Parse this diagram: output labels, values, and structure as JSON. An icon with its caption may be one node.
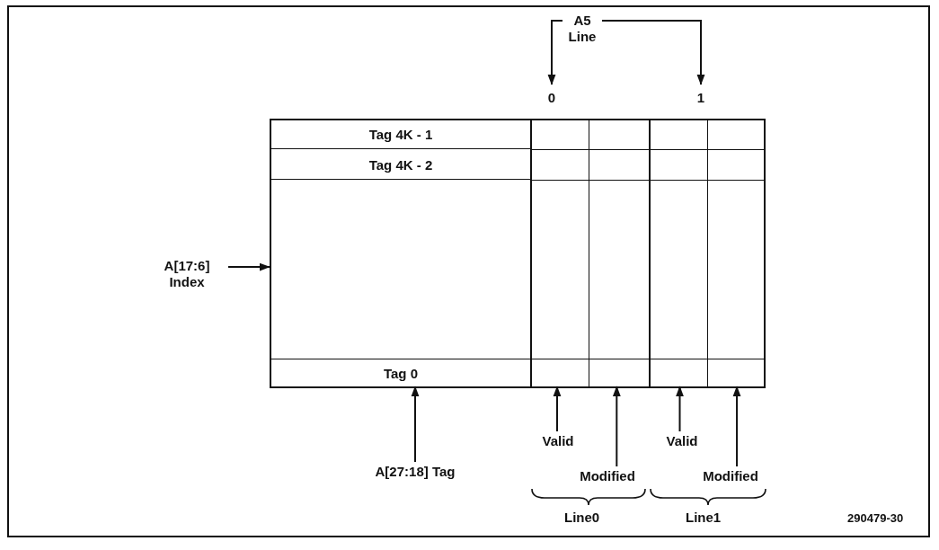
{
  "diagram": {
    "nodes": [
      {
        "text": [],
        "shape": "box"
      },
      {
        "text": [
          "Tag 4K - 1"
        ],
        "in": 0
      },
      {
        "text": [
          "Tag 4K - 2"
        ],
        "in": 0
      },
      {
        "text": [
          "Tag 0"
        ],
        "in": 0
      },
      {
        "text": [],
        "shape": "bar",
        "in": 0
      },
      {
        "text": [],
        "shape": "bar",
        "in": 0
      },
      {
        "text": [],
        "shape": "bar",
        "in": 0
      },
      {
        "text": [],
        "shape": "bar",
        "in": 0
      },
      {
        "text": [
          "A[17:6] Index"
        ]
      },
      {
        "text": [
          "A[27:18] Tag"
        ]
      },
      {
        "text": [
          "Valid"
        ]
      },
      {
        "text": [
          "Modified"
        ]
      },
      {
        "text": [
          "Valid"
        ]
      },
      {
        "text": [
          "Modified"
        ]
      },
      {
        "text": [
          "A5 Line"
        ]
      },
      {
        "text": [
          "0"
        ]
      },
      {
        "text": [
          "1"
        ]
      }
    ],
    "edges": [
      {
        "from": 8,
        "to": 0,
        "arrow": "to"
      },
      {
        "from": 9,
        "to": 3,
        "arrow": "to"
      },
      {
        "from": 10,
        "to": 4,
        "arrow": "to"
      },
      {
        "from": 11,
        "to": 5,
        "arrow": "to"
      },
      {
        "from": 12,
        "to": 6,
        "arrow": "to"
      },
      {
        "from": 13,
        "to": 7,
        "arrow": "to"
      },
      {
        "from": 14,
        "to": 15,
        "arrow": "to"
      },
      {
        "from": 14,
        "to": 16,
        "arrow": "to"
      }
    ],
    "labels": [
      "Line0",
      "Line1",
      "290479-30"
    ]
  }
}
